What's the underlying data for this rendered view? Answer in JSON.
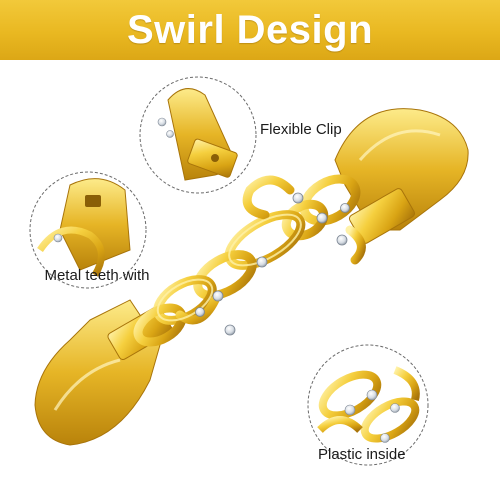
{
  "banner": {
    "title": "Swirl Design",
    "color": "#e9b821"
  },
  "callouts": {
    "flexible_clip": "Flexible Clip",
    "metal_teeth": "Metal teeth with",
    "plastic_inside": "Plastic inside"
  },
  "colors": {
    "gold_light": "#fbe57a",
    "gold_mid": "#e7b82a",
    "gold_dark": "#b07a0a",
    "rhinestone": "#eef2f6",
    "line": "#6b6b6b"
  }
}
